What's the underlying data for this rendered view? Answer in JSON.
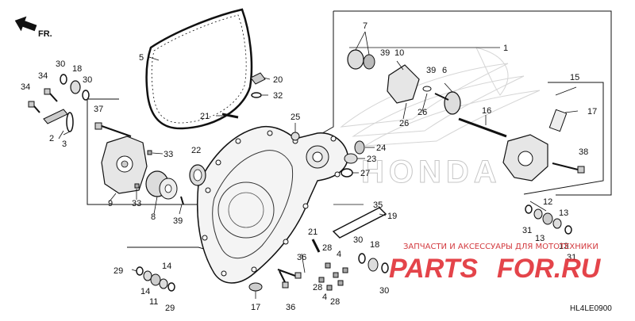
{
  "front_marker": "FR.",
  "diagram_code": "HL4LE0900",
  "watermark": {
    "tagline": "ЗАПЧАСТИ И АКСЕССУАРЫ ДЛЯ МОТОТЕХНИКИ",
    "brand_left": "PARTS",
    "brand_right": "FOR.RU",
    "colors": {
      "red": "#e0242b",
      "dark": "#2a2a2a"
    }
  },
  "background_logo": "HONDA",
  "part_numbers": {
    "p1": "1",
    "p2": "2",
    "p3": "3",
    "p4a": "4",
    "p4b": "4",
    "p5": "5",
    "p6": "6",
    "p7": "7",
    "p8": "8",
    "p9": "9",
    "p10": "10",
    "p11": "11",
    "p12": "12",
    "p13a": "13",
    "p13b": "13",
    "p13c": "13",
    "p14a": "14",
    "p14b": "14",
    "p15": "15",
    "p16": "16",
    "p17a": "17",
    "p17b": "17",
    "p18a": "18",
    "p18b": "18",
    "p19": "19",
    "p20": "20",
    "p21a": "21",
    "p21b": "21",
    "p22": "22",
    "p23": "23",
    "p24": "24",
    "p25": "25",
    "p26a": "26",
    "p26b": "26",
    "p27": "27",
    "p28a": "28",
    "p28b": "28",
    "p28c": "28",
    "p29a": "29",
    "p29b": "29",
    "p30a": "30",
    "p30b": "30",
    "p30c": "30",
    "p30d": "30",
    "p31a": "31",
    "p31b": "31",
    "p32": "32",
    "p33a": "33",
    "p33b": "33",
    "p34a": "34",
    "p34b": "34",
    "p35": "35",
    "p36a": "36",
    "p36b": "36",
    "p37": "37",
    "p38": "38",
    "p39a": "39",
    "p39b": "39",
    "p39c": "39"
  }
}
